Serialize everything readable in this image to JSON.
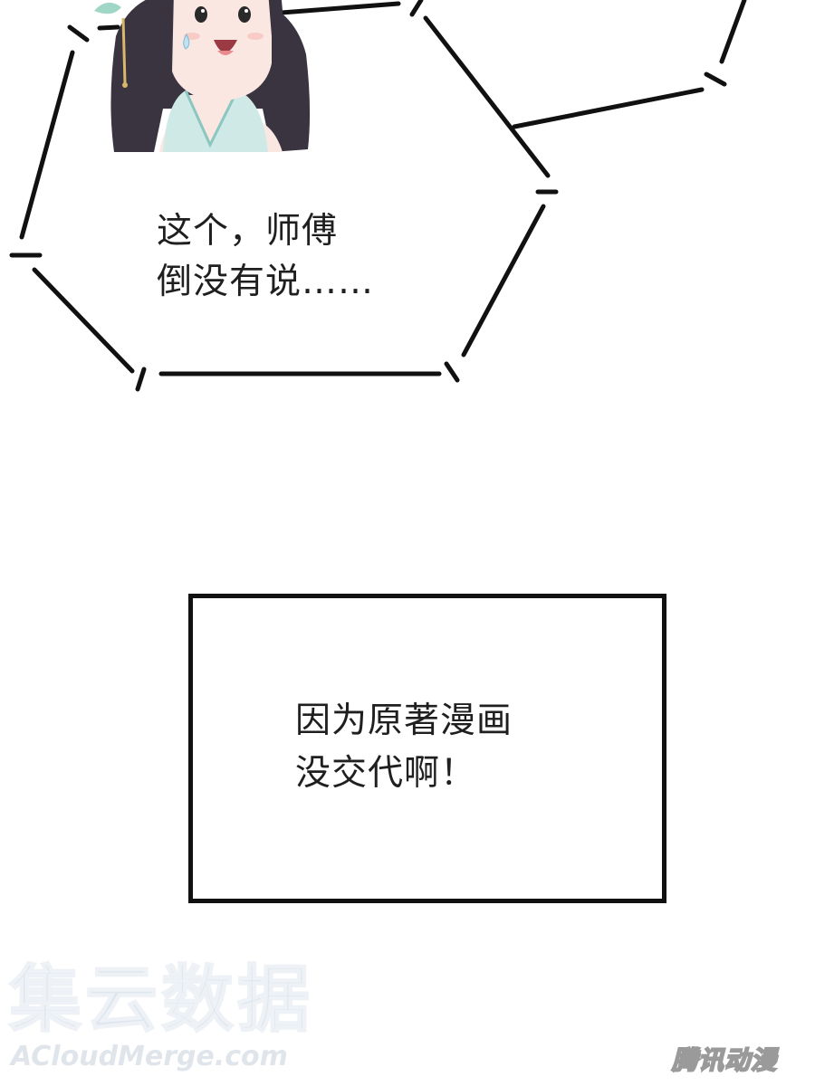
{
  "bubble_top": {
    "lines": [
      "这个，师傅",
      "倒没有说……"
    ]
  },
  "caption_box": {
    "lines": [
      "因为原著漫画",
      "没交代啊！"
    ]
  },
  "watermark": {
    "cn": "集云数据",
    "en": "ACloudMerge.com",
    "brand": "腾讯动漫"
  },
  "colors": {
    "line": "#111111",
    "text": "#1f1f1f",
    "hair": "#3a3440",
    "skin": "#fbe7e2",
    "robe": "#cfeae6"
  },
  "icons": [
    "chibi-girl-character"
  ]
}
